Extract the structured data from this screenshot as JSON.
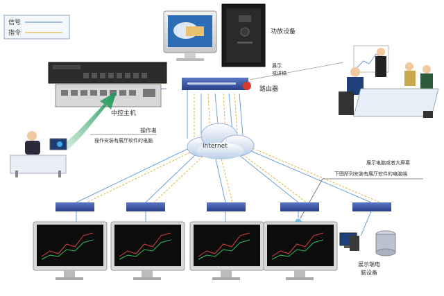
{
  "legend": {
    "signal_label": "信号",
    "command_label": "指令",
    "signal_color": "#6a9fd8",
    "command_color": "#e0b64a"
  },
  "labels": {
    "amplifier": "功放设备",
    "display_line1": "展示",
    "display_line2": "或讲稿",
    "router": "路由器",
    "central_host": "中控主机",
    "operator": "操作者",
    "operator_desc": "操作安装有展厅软件的电脑",
    "internet": "Internet",
    "display_desc1": "展示电脑或者大屏幕",
    "display_desc2": "下图所列安装有展厅软件的电脑端",
    "server_line1": "展示端电",
    "server_line2": "脑设备"
  },
  "colors": {
    "accent_blue": "#2e4fa0",
    "arrow_green": "#1f9a5a",
    "router_red": "#d63b2a"
  }
}
